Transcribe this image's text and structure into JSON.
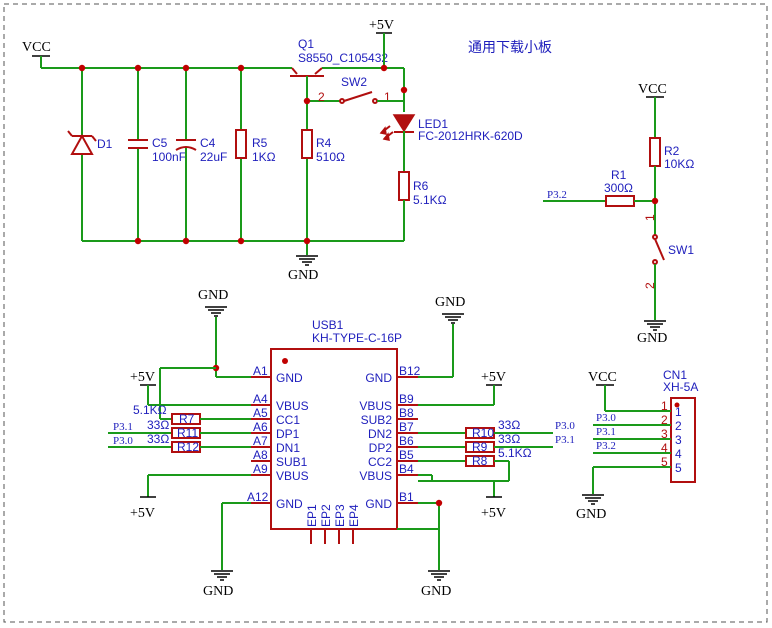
{
  "title": "通用下载小板",
  "power": {
    "vcc": "VCC",
    "p5v": "+5V",
    "gnd": "GND"
  },
  "parts": {
    "q1": {
      "ref": "Q1",
      "value": "S8550_C105432"
    },
    "sw2": {
      "ref": "SW2",
      "pin_a": "2",
      "pin_b": "1"
    },
    "sw1": {
      "ref": "SW1",
      "pin_a": "1",
      "pin_b": "2"
    },
    "led1": {
      "ref": "LED1",
      "value": "FC-2012HRK-620D"
    },
    "d1": {
      "ref": "D1"
    },
    "c5": {
      "ref": "C5",
      "value": "100nF"
    },
    "c4": {
      "ref": "C4",
      "value": "22uF"
    },
    "r5": {
      "ref": "R5",
      "value": "1KΩ"
    },
    "r4": {
      "ref": "R4",
      "value": "510Ω"
    },
    "r6": {
      "ref": "R6",
      "value": "5.1KΩ"
    },
    "r2": {
      "ref": "R2",
      "value": "10KΩ"
    },
    "r1": {
      "ref": "R1",
      "value": "300Ω"
    },
    "r7": {
      "ref": "R7",
      "value": "5.1KΩ"
    },
    "r11": {
      "ref": "R11",
      "value": "33Ω"
    },
    "r12": {
      "ref": "R12",
      "value": "33Ω"
    },
    "r10": {
      "ref": "R10",
      "value": "33Ω"
    },
    "r9": {
      "ref": "R9",
      "value": "33Ω"
    },
    "r8": {
      "ref": "R8",
      "value": "5.1KΩ"
    },
    "usb1": {
      "ref": "USB1",
      "value": "KH-TYPE-C-16P"
    },
    "cn1": {
      "ref": "CN1",
      "value": "XH-5A"
    }
  },
  "usb_pins_left": [
    {
      "no": "A1",
      "name": "GND"
    },
    {
      "no": "A4",
      "name": "VBUS"
    },
    {
      "no": "A5",
      "name": "CC1"
    },
    {
      "no": "A6",
      "name": "DP1"
    },
    {
      "no": "A7",
      "name": "DN1"
    },
    {
      "no": "A8",
      "name": "SUB1"
    },
    {
      "no": "A9",
      "name": "VBUS"
    },
    {
      "no": "A12",
      "name": "GND"
    }
  ],
  "usb_pins_right": [
    {
      "no": "B12",
      "name": "GND"
    },
    {
      "no": "B9",
      "name": "VBUS"
    },
    {
      "no": "B8",
      "name": "SUB2"
    },
    {
      "no": "B7",
      "name": "DN2"
    },
    {
      "no": "B6",
      "name": "DP2"
    },
    {
      "no": "B5",
      "name": "CC2"
    },
    {
      "no": "B4",
      "name": "VBUS"
    },
    {
      "no": "B1",
      "name": "GND"
    }
  ],
  "usb_pins_bottom": [
    "EP1",
    "EP2",
    "EP3",
    "EP4"
  ],
  "nets": {
    "p30": "P3.0",
    "p31": "P3.1",
    "p32": "P3.2"
  },
  "cn1_pins": [
    "1",
    "2",
    "3",
    "4",
    "5"
  ]
}
